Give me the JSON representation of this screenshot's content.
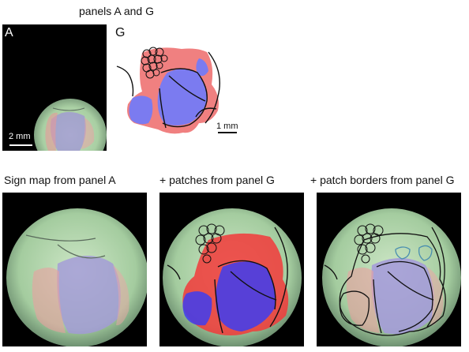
{
  "header": {
    "title": "panels A and G"
  },
  "panelA": {
    "label": "A",
    "scale_label": "2 mm"
  },
  "panelG": {
    "label": "G",
    "scale_label": "1 mm"
  },
  "bottom": {
    "captions": [
      "Sign map from panel A",
      "+ patches from panel G",
      "+ patch borders from panel G"
    ]
  },
  "colors": {
    "background": "#000000",
    "patch_red": "#f08080",
    "patch_blue": "#7b7bf0",
    "overlay_red": "#f23a3a",
    "overlay_blue": "#3d3df0",
    "tissue_green": "#9fd0a0"
  }
}
